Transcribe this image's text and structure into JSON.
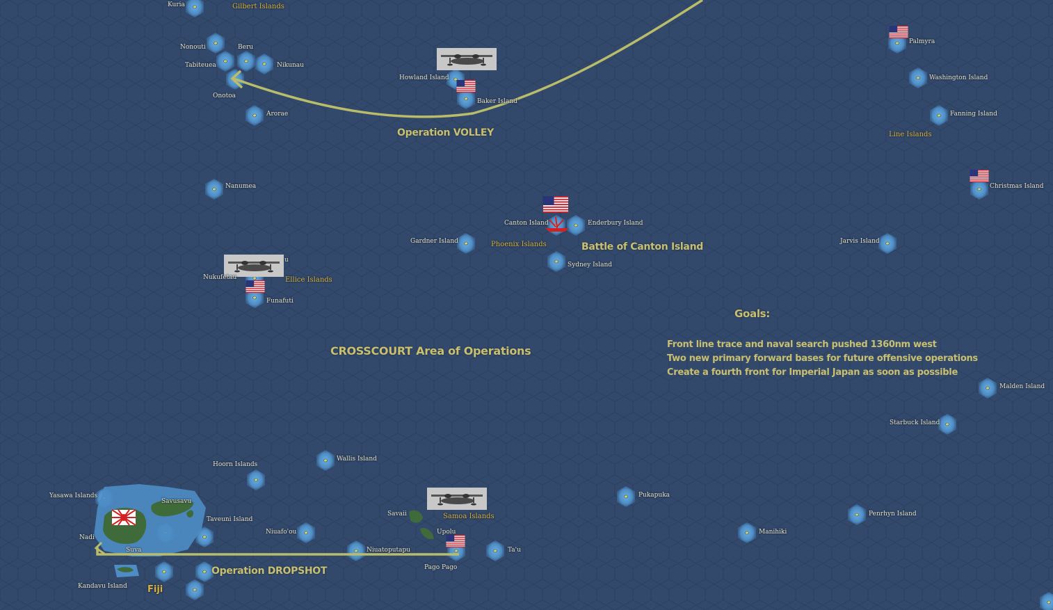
{
  "labels": {
    "kuria": "Kuria",
    "gilbert_islands": "Gilbert Islands",
    "nonouti": "Nonouti",
    "beru": "Beru",
    "nikunau": "Nikunau",
    "tabiteuea": "Tabiteuea",
    "onotoa": "Onotoa",
    "arorae": "Arorae",
    "howland_island": "Howland Island",
    "baker_island": "Baker Island",
    "palmyra": "Palmyra",
    "washington_island": "Washington Island",
    "fanning_island": "Fanning Island",
    "line_islands": "Line Islands",
    "christmas_island": "Christmas Island",
    "nanumea": "Nanumea",
    "canton_island": "Canton Island",
    "enderbury_island": "Enderbury Island",
    "gardner_island": "Gardner Island",
    "phoenix_islands": "Phoenix Islands",
    "sydney_island": "Sydney Island",
    "jarvis_island": "Jarvis Island",
    "nukufetau": "Nukufetau",
    "ellice_islands": "Ellice Islands",
    "funafuti": "Funafuti",
    "nui_partial": "u",
    "malden_island": "Malden Island",
    "starbuck_island": "Starbuck Island",
    "hoorn_islands": "Hoorn Islands",
    "wallis_island": "Wallis Island",
    "yasawa_islands": "Yasawa Islands",
    "savusavu": "Savusavu",
    "taveuni_island": "Taveuni Island",
    "nadi": "Nadi",
    "suva": "Suva",
    "kandavu_island": "Kandavu Island",
    "fiji": "Fiji",
    "niuafoou": "Niuafo'ou",
    "niuatoputapu": "Niuatoputapu",
    "savaii": "Savaii",
    "upolu": "Upolu",
    "samoa_islands": "Samoa Islands",
    "pago_pago": "Pago Pago",
    "tau": "Ta'u",
    "pukapuka": "Pukapuka",
    "manihiki": "Manihiki",
    "penrhyn_island": "Penrhyn Island"
  },
  "annotations": {
    "operation_volley": "Operation VOLLEY",
    "battle_of_canton": "Battle of Canton Island",
    "area_of_operations": "CROSSCOURT Area of Operations",
    "operation_dropshot": "Operation DROPSHOT",
    "goals_title": "Goals:",
    "goals": [
      "Front line trace and naval search pushed 1360nm west",
      "Two new primary forward bases for future offensive operations",
      "Create a fourth front for Imperial Japan as soon as possible"
    ]
  },
  "colors": {
    "ocean": "#33496b",
    "hex_line": "#2b3f5e",
    "shallow_water": "#5a9ad0",
    "arrow": "#b9bd6a",
    "label": "#e6e0c8",
    "group_label": "#d8b13e",
    "annotation": "#c8c070",
    "japan_red": "#d42020"
  },
  "icons": {
    "us_flag": "us-flag-icon",
    "japan_flag": "japan-rising-sun-flag-icon",
    "seaplane": "seaplane-icon",
    "battle_marker": "naval-battle-icon"
  }
}
